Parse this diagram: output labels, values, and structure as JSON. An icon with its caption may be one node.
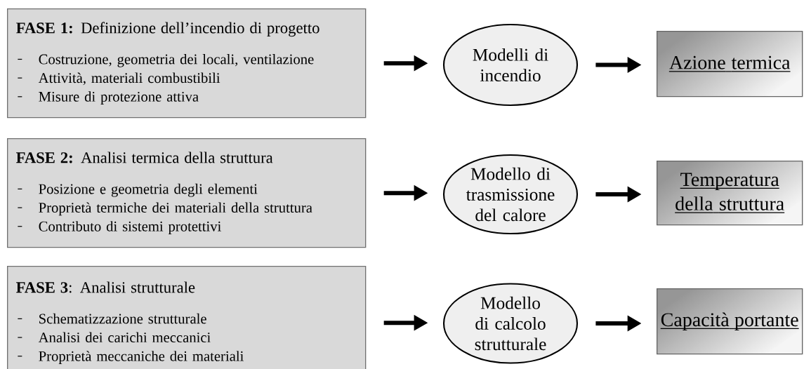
{
  "diagram": {
    "nodes": [
      {
        "text": [
          "**FASE 1:** Definizione dell’incendio di progetto",
          "Costruzione, geometria dei locali, ventilazione",
          "Attività, materiali combustibili",
          "Misure di protezione attiva"
        ]
      },
      {
        "text": [
          "Modelli di incendio"
        ]
      },
      {
        "text": [
          "Azione termica"
        ]
      },
      {
        "text": [
          "**FASE 2:** Analisi termica della struttura",
          "Posizione e geometria degli elementi",
          "Proprietà termiche dei materiali della struttura",
          "Contributo di sistemi protettivi"
        ]
      },
      {
        "text": [
          "Modello di trasmissione del calore"
        ]
      },
      {
        "text": [
          "Temperatura della struttura"
        ]
      },
      {
        "text": [
          "**FASE 3**: Analisi strutturale",
          "Schematizzazione strutturale",
          "Analisi dei carichi meccanici",
          "Proprietà meccaniche dei materiali"
        ]
      },
      {
        "text": [
          "Modello di calcolo strutturale"
        ]
      },
      {
        "text": [
          "Capacità portante"
        ]
      }
    ],
    "edges": [
      {
        "from": 0,
        "to": 1,
        "arrow": "to"
      },
      {
        "from": 1,
        "to": 2,
        "arrow": "to"
      },
      {
        "from": 3,
        "to": 4,
        "arrow": "to"
      },
      {
        "from": 4,
        "to": 5,
        "arrow": "to"
      },
      {
        "from": 6,
        "to": 7,
        "arrow": "to"
      },
      {
        "from": 7,
        "to": 8,
        "arrow": "to"
      }
    ]
  }
}
